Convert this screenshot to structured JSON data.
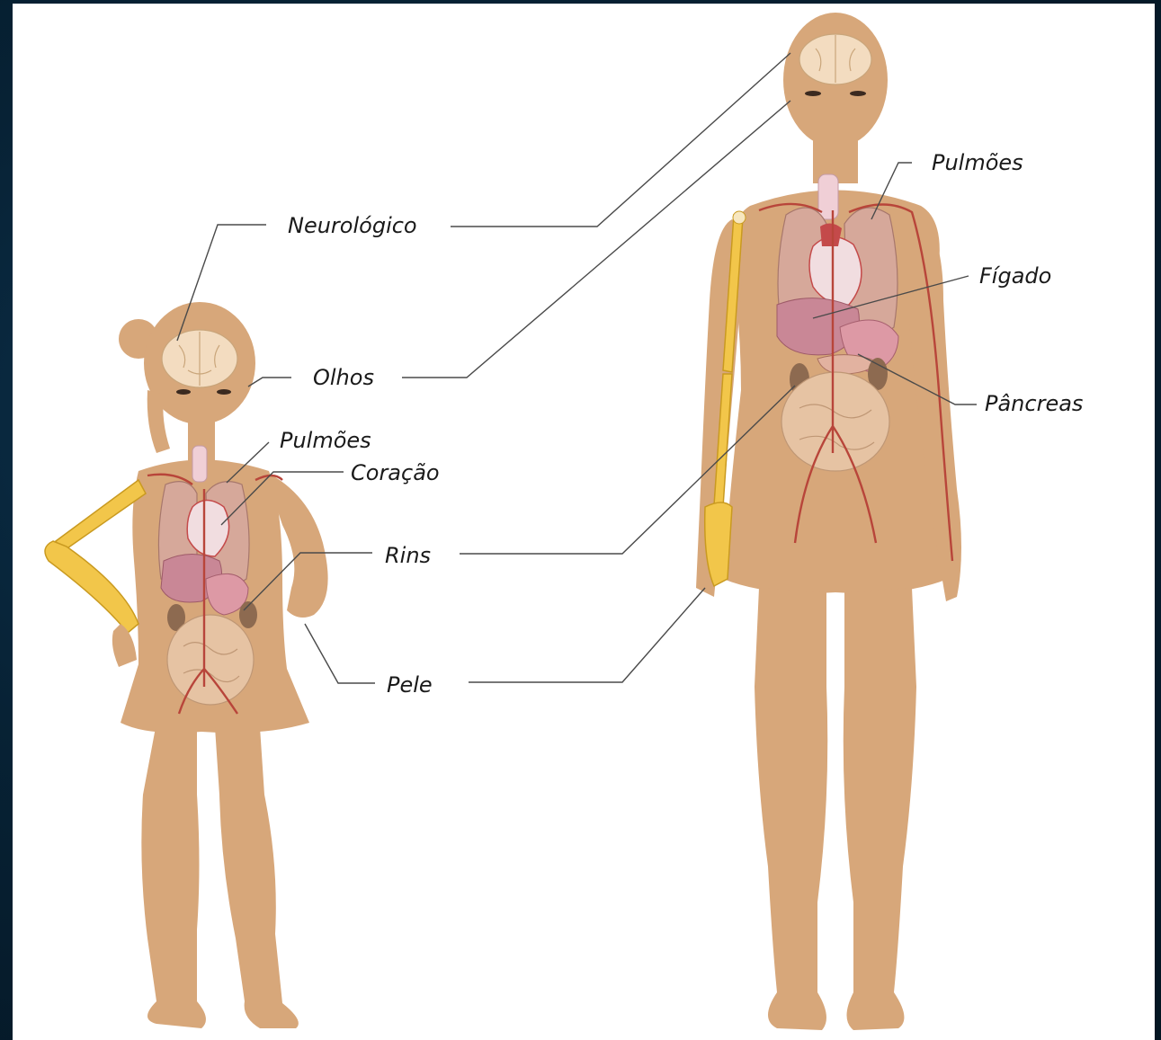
{
  "labels": {
    "neurologico": "Neurológico",
    "olhos": "Olhos",
    "pulmoes_child": "Pulmões",
    "coracao": "Coração",
    "rins": "Rins",
    "pele": "Pele",
    "pulmoes_adult": "Pulmões",
    "figado": "Fígado",
    "pancreas": "Pâncreas"
  },
  "colors": {
    "skin": "#d7a77a",
    "bone": "#f2c64a",
    "vessel": "#b8453a",
    "background": "#072235",
    "panel": "#ffffff"
  }
}
